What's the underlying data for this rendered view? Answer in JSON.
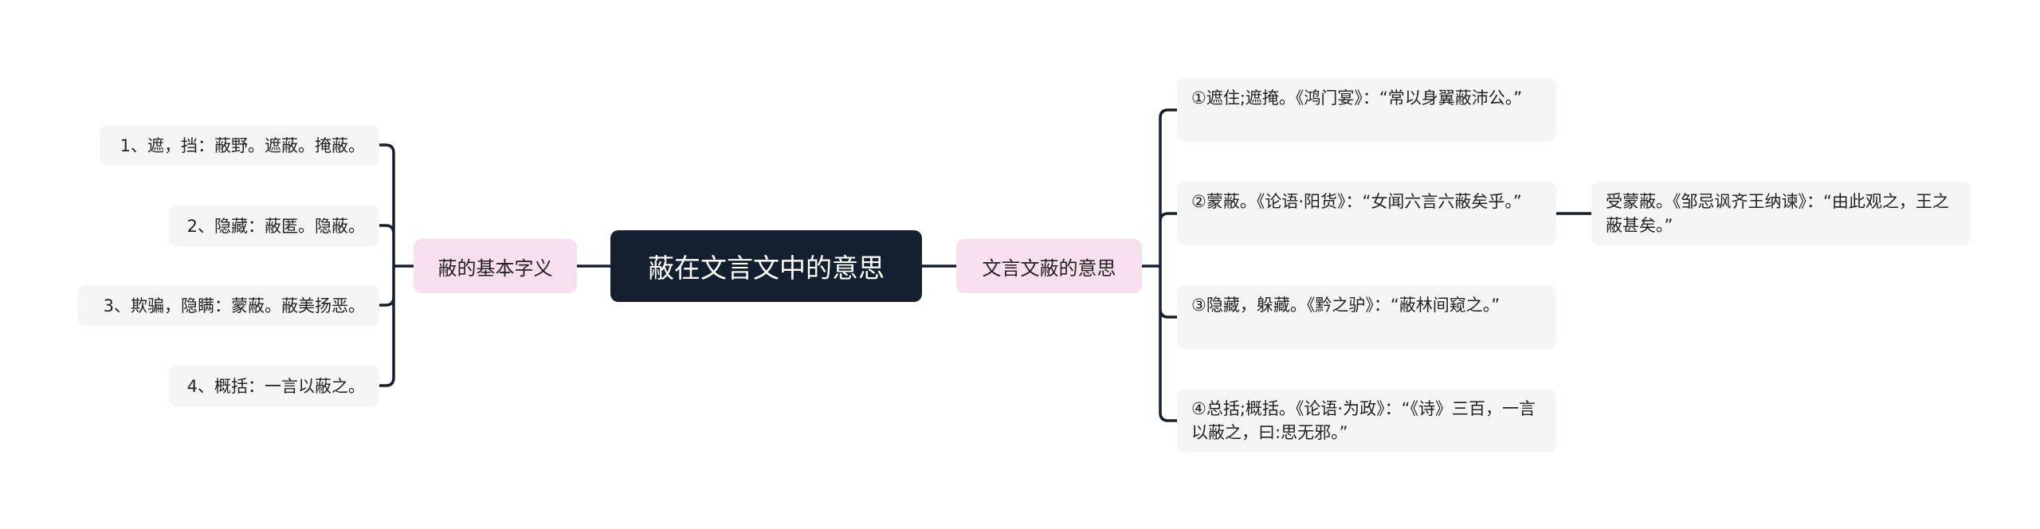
{
  "root": {
    "label": "蔽在文言文中的意思"
  },
  "left_branch": {
    "label": "蔽的基本字义",
    "items": [
      "1、遮，挡：蔽野。遮蔽。掩蔽。",
      "2、隐藏：蔽匿。隐蔽。",
      "3、欺骗，隐瞒：蒙蔽。蔽美扬恶。",
      "4、概括：一言以蔽之。"
    ]
  },
  "right_branch": {
    "label": "文言文蔽的意思",
    "items": [
      "①遮住;遮掩。《鸿门宴》：“常以身翼蔽沛公。”",
      "②蒙蔽。《论语·阳货》：“女闻六言六蔽矣乎。”",
      "③隐藏，躲藏。《黔之驴》：“蔽林间窥之。”",
      "④总括;概括。《论语·为政》：“《诗》三百，一言以蔽之，曰:思无邪。”"
    ],
    "sub_item": "受蒙蔽。《邹忌讽齐王纳谏》：“由此观之，王之蔽甚矣。”"
  },
  "colors": {
    "line": "#14202f",
    "root_bg": "#14202f",
    "category_bg": "#f8dff0",
    "leaf_bg": "#f5f5f5"
  }
}
